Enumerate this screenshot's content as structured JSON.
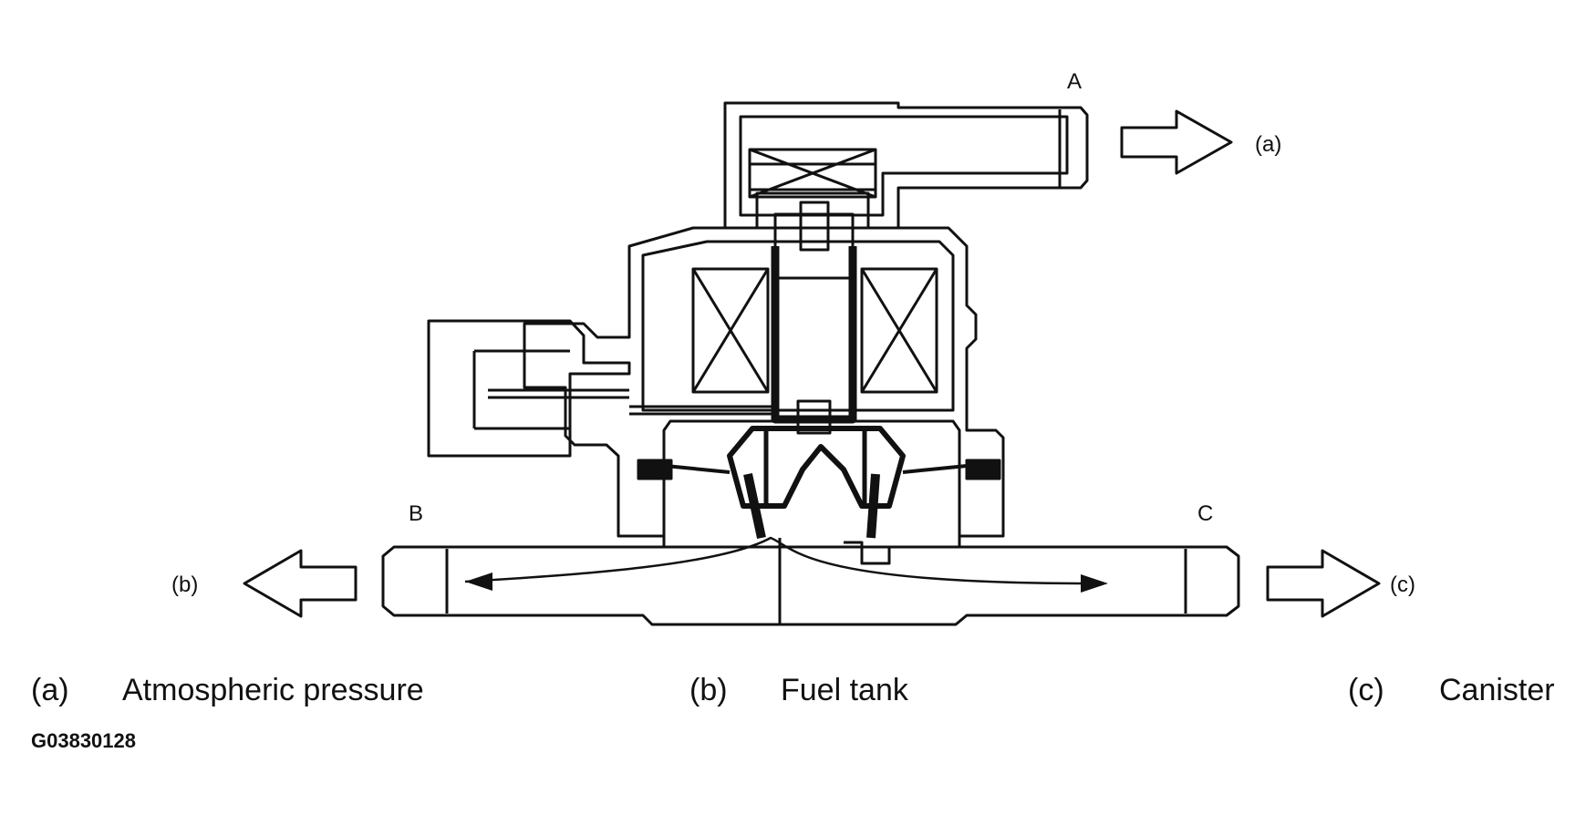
{
  "ports": {
    "a": "A",
    "b": "B",
    "c": "C"
  },
  "arrows": {
    "a": "(a)",
    "b": "(b)",
    "c": "(c)"
  },
  "legend": [
    {
      "key": "(a)",
      "label": "Atmospheric pressure"
    },
    {
      "key": "(b)",
      "label": "Fuel tank"
    },
    {
      "key": "(c)",
      "label": "Canister"
    }
  ],
  "figure_code": "G03830128"
}
